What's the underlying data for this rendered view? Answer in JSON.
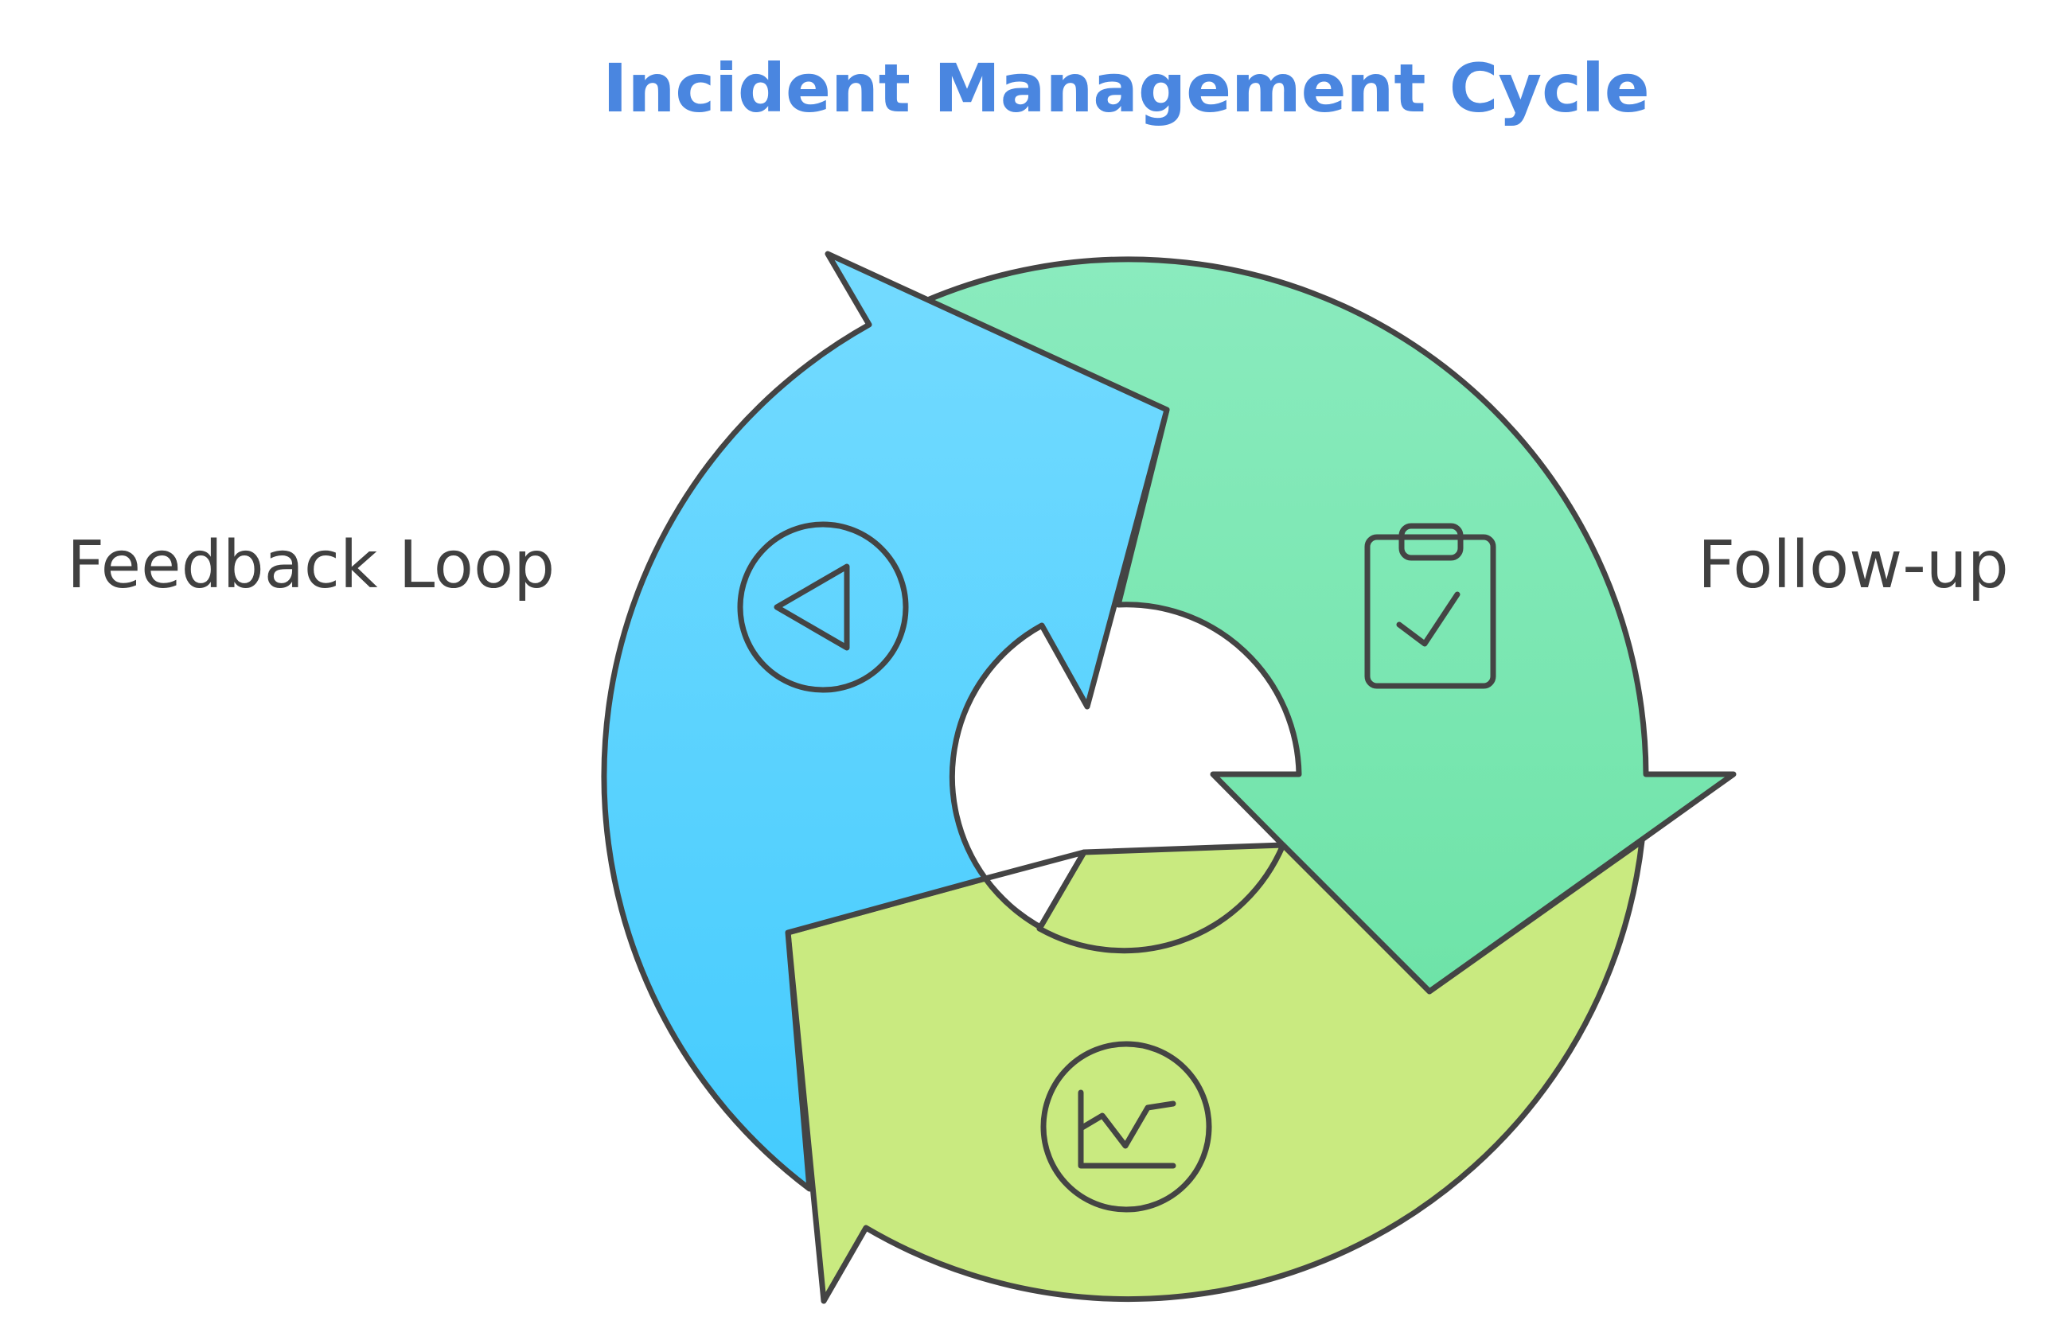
{
  "title": "Incident Management Cycle",
  "labels": {
    "left": "Feedback Loop",
    "right": "Follow-up"
  },
  "colors": {
    "title": "#4A86E0",
    "outline": "#444444",
    "label": "#404040",
    "segment_blue_top": "#74DBFF",
    "segment_blue_bottom": "#44CBFE",
    "segment_green_top": "#8AEBBE",
    "segment_green_bottom": "#6EE3A8",
    "segment_lime": "#C9EA80"
  },
  "icons": {
    "blue_segment": "play-reverse-icon",
    "green_segment": "clipboard-check-icon",
    "lime_segment": "line-chart-icon"
  }
}
